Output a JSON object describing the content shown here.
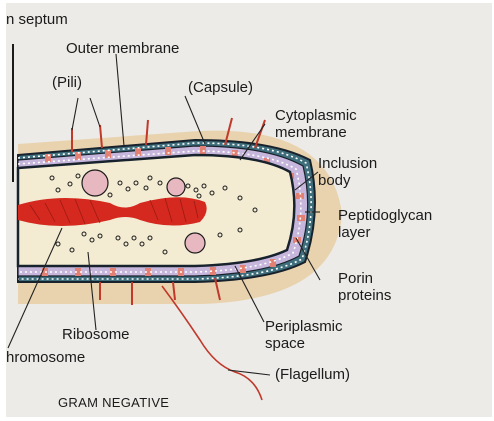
{
  "labels": {
    "septum": "n septum",
    "outer_membrane": "Outer membrane",
    "pili": "(Pili)",
    "capsule": "(Capsule)",
    "cytoplasmic_1": "Cytoplasmic",
    "cytoplasmic_2": "membrane",
    "inclusion_1": "Inclusion",
    "inclusion_2": "body",
    "peptido_1": "Peptidoglycan",
    "peptido_2": "layer",
    "porin_1": "Porin",
    "porin_2": "proteins",
    "ribosome": "Ribosome",
    "periplasmic_1": "Periplasmic",
    "periplasmic_2": "space",
    "chromosome": "hromosome",
    "flagellum": "(Flagellum)",
    "title": "GRAM NEGATIVE"
  },
  "colors": {
    "capsule": "#e9d2ae",
    "periplasm": "#c7b6dc",
    "cytoplasm": "#f3ecd3",
    "chromosome": "#d5281e",
    "membrane": "#1f2a38",
    "porin": "#e28074",
    "pili": "#c0392b",
    "leader": "#222222"
  }
}
